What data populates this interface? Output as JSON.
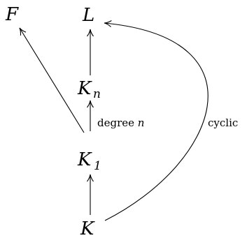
{
  "nodes": {
    "F": {
      "main": "F",
      "sub": ""
    },
    "L": {
      "main": "L",
      "sub": ""
    },
    "Kn": {
      "main": "K",
      "sub": "n"
    },
    "K1": {
      "main": "K",
      "sub": "1"
    },
    "K": {
      "main": "K",
      "sub": ""
    }
  },
  "edges": {
    "K1_Kn": {
      "text": "degree ",
      "math": "n"
    },
    "K_L": {
      "text": "cyclic",
      "math": ""
    }
  }
}
